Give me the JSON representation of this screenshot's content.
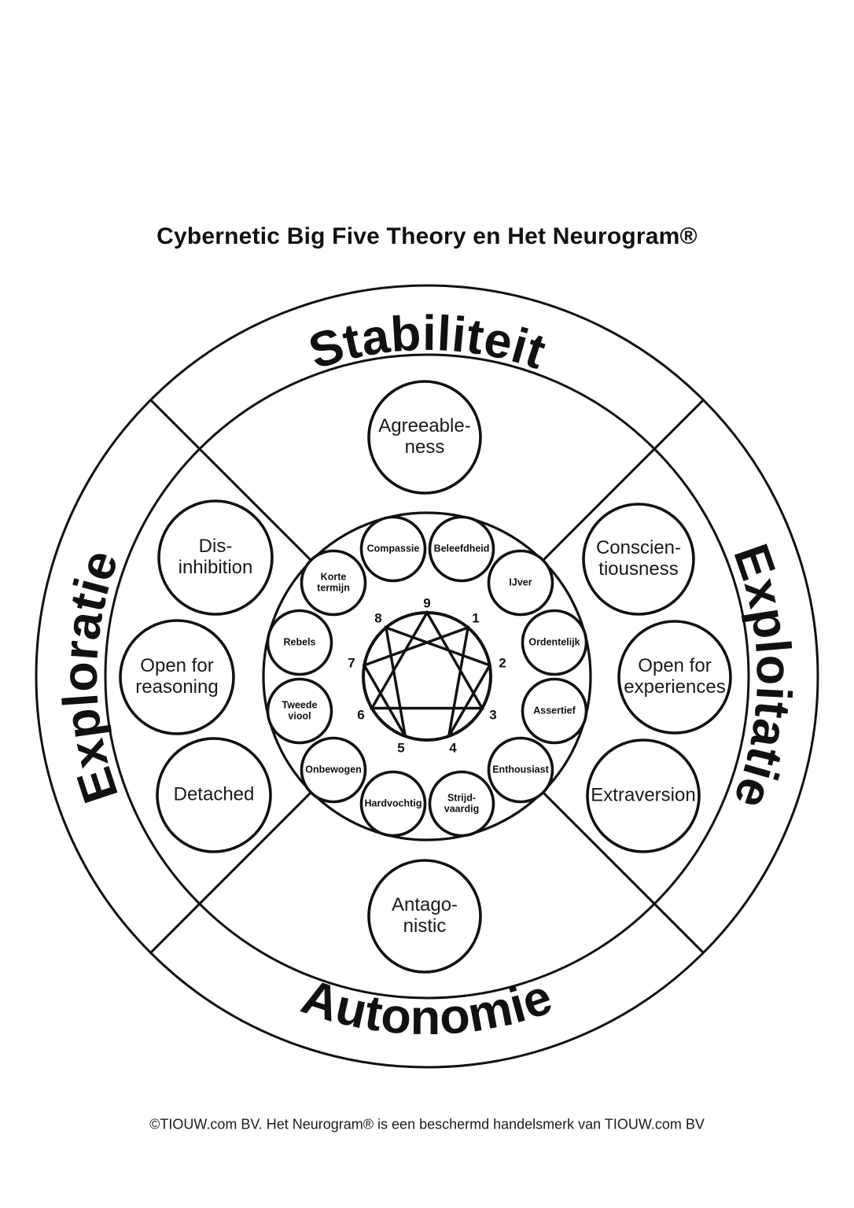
{
  "title": "Cybernetic Big Five Theory en Het Neurogram®",
  "footer": "©TIOUW.com BV. Het Neurogram® is een beschermd handelsmerk van TIOUW.com BV",
  "ring_labels": {
    "top": "Stabiliteit",
    "right": "Exploitatie",
    "bottom": "Autonomie",
    "left": "Exploratie"
  },
  "big_five_traits": {
    "agreeableness": "Agreeable-\nness",
    "conscientiousness": "Conscien-\ntiousness",
    "open_for_experiences": "Open for\nexperiences",
    "extraversion": "Extraversion",
    "antagonistic": "Antago-\nnistic",
    "detached": "Detached",
    "open_for_reasoning": "Open for\nreasoning",
    "disinhibition": "Dis-\ninhibition"
  },
  "neurogram_types": {
    "compassie": "Compassie",
    "beleefdheid": "Beleefdheid",
    "korte_termijn": "Korte\ntermijn",
    "ijver": "IJver",
    "ordentelijk": "Ordentelijk",
    "assertief": "Assertief",
    "enthousiast": "Enthousiast",
    "strijdvaardig": "Strijd-\nvaardig",
    "hardvochtig": "Hardvochtig",
    "onbewogen": "Onbewogen",
    "tweede_viool": "Tweede\nviool",
    "rebels": "Rebels"
  },
  "enneagram": {
    "numbers": [
      "1",
      "2",
      "3",
      "4",
      "5",
      "6",
      "7",
      "8",
      "9"
    ]
  },
  "colors": {
    "ink": "#111111",
    "background": "#ffffff"
  }
}
